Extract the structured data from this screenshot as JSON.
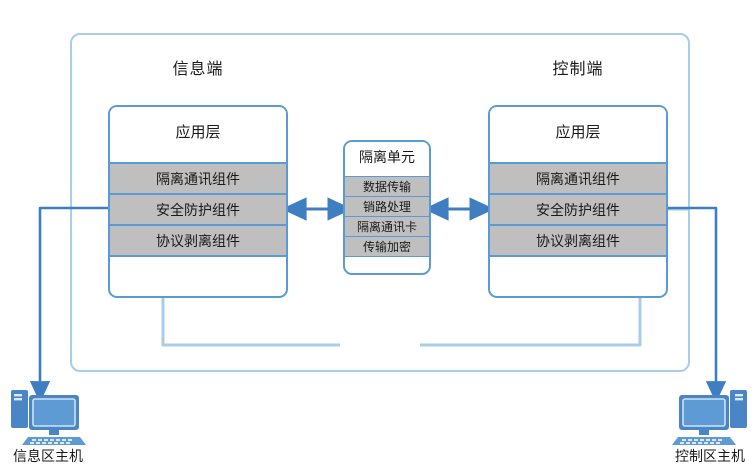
{
  "diagram": {
    "title_left": "信息端",
    "title_right": "控制端",
    "colors": {
      "border_blue": "#5b9bd5",
      "outer_blue": "#a8cdea",
      "row_gray": "#bfbfbf",
      "icon_blue": "#4a86c5",
      "text": "#1a1a1a"
    }
  },
  "left_panel": {
    "header": "应用层",
    "rows": [
      {
        "label": "隔离通讯组件"
      },
      {
        "label": "安全防护组件"
      },
      {
        "label": "协议剥离组件"
      }
    ]
  },
  "right_panel": {
    "header": "应用层",
    "rows": [
      {
        "label": "隔离通讯组件"
      },
      {
        "label": "安全防护组件"
      },
      {
        "label": "协议剥离组件"
      }
    ]
  },
  "center_unit": {
    "header": "隔离单元",
    "rows": [
      {
        "label": "数据传输"
      },
      {
        "label": "销路处理"
      },
      {
        "label": "隔离通讯卡"
      },
      {
        "label": "传输加密"
      }
    ]
  },
  "hosts": {
    "left": {
      "label": "信息区主机",
      "icon": "desktop-computer-icon"
    },
    "right": {
      "label": "控制区主机",
      "icon": "desktop-computer-icon"
    }
  },
  "connectors": {
    "left_link": "bidirectional-arrow",
    "right_link": "bidirectional-arrow",
    "left_host_wire": "polyline-down-arrow",
    "right_host_wire": "polyline-down-arrow"
  }
}
